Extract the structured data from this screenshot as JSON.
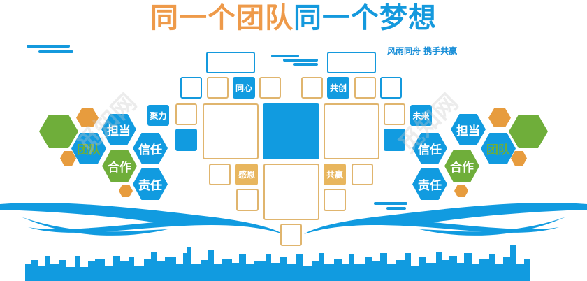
{
  "title": {
    "part1": "同一个团队",
    "part2": "同一个梦想"
  },
  "subtitle": "风雨同舟 携手共赢",
  "tiles": {
    "tongxin": "同心",
    "gongchuang": "共创",
    "juli": "聚力",
    "weilai": "未来",
    "ganen": "感恩",
    "gongying": "共赢"
  },
  "hex_left": {
    "dandang": "担当",
    "tuandui": "团队",
    "xinren": "信任",
    "hezuo": "合作",
    "zeren": "责任"
  },
  "hex_right": {
    "dandang": "担当",
    "tuandui": "团队",
    "xinren": "信任",
    "hezuo": "合作",
    "zeren": "责任"
  },
  "watermark": "觅知网",
  "colors": {
    "blue": "#119be0",
    "orange": "#ee9a4a",
    "gold": "#e0b56e",
    "green": "#6fae3a"
  }
}
